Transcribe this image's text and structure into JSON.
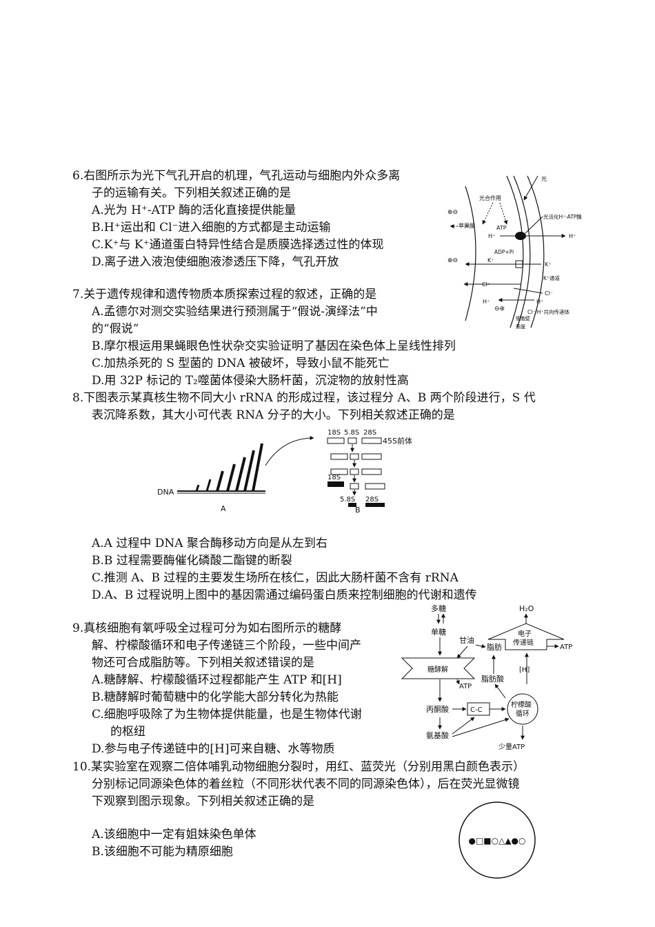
{
  "q6": {
    "stem1": "6.右图所示为光下气孔开启的机理，气孔运动与细胞内外众多离",
    "stem2": "子的运输有关。下列相关叙述正确的是",
    "A": "A.光为 H⁺-ATP 酶的活化直接提供能量",
    "B": "B.H⁺运出和 Cl⁻进入细胞的方式都是主动运输",
    "C": "C.K⁺与 K⁺通道蛋白特异性结合是质膜选择透过性的体现",
    "D": "D.离子进入液泡使细胞液渗透压下降，气孔开放",
    "fig": {
      "light": "光",
      "photosynthesis": "光合作用",
      "atp": "ATP",
      "malic": "苹果酸",
      "h1": "H⁺",
      "h2": "H⁺",
      "pump": "光活化H⁺-ATP酶",
      "adp": "ADP+Pi",
      "k1": "K⁺",
      "k2": "K⁺",
      "kchannel": "K⁺通道",
      "cl1": "Cl⁻",
      "cl2": "Cl⁻",
      "h3": "H⁺",
      "h4": "H⁺",
      "symporter": "Cl⁻/H⁺共向传递体",
      "wall": "细胞壁",
      "membrane": "质膜"
    }
  },
  "q7": {
    "stem": "7.关于遗传规律和遗传物质本质探索过程的叙述，正确的是",
    "A1": "A.孟德尔对测交实验结果进行预测属于“假说-演绎法”中",
    "A2": "的“假说”",
    "B": "B.摩尔根运用果蝇眼色性状杂交实验证明了基因在染色体上呈线性排列",
    "C": "C.加热杀死的 S 型菌的 DNA 被破坏，导致小鼠不能死亡",
    "D": "D.用 32P 标记的 T₂噬菌体侵染大肠杆菌，沉淀物的放射性高"
  },
  "q8": {
    "stem1": "8.下图表示某真核生物不同大小 rRNA 的形成过程，该过程分 A、B 两个阶段进行，S 代",
    "stem2": "表沉降系数，其大小可代表 RNA 分子的大小。下列相关叙述正确的是",
    "A": "A.A 过程中 DNA 聚合酶移动方向是从左到右",
    "B": "B.B 过程需要酶催化磷酸二酯键的断裂",
    "C": "C.推测 A、B 过程的主要发生场所在核仁，因此大肠杆菌不含有 rRNA",
    "D": "D.A、B 过程说明上图中的基因需通过编码蛋白质来控制细胞的代谢和遗传",
    "fig": {
      "dna": "DNA",
      "labelA": "A",
      "labelB": "B",
      "s18": "18S",
      "s58": "5.8S",
      "s28": "28S",
      "pre45": "45S前体",
      "s18b": "18S",
      "s58b": "5.8S",
      "s28b": "28S"
    }
  },
  "q9": {
    "stem1": "9.真核细胞有氧呼吸全过程可分为如右图所示的糖酵",
    "stem2": "解、柠檬酸循环和电子传递链三个阶段，一些中间产",
    "stem3": "物还可合成脂肪等。下列相关叙述错误的是",
    "A": "A.糖酵解、柠檬酸循环过程都能产生 ATP 和[H]",
    "B": "B.糖酵解时葡萄糖中的化学能大部分转化为热能",
    "C1": "C.细胞呼吸除了为生物体提供能量，也是生物体代谢",
    "C2": "的枢纽",
    "D": "D.参与电子传递链中的[H]可来自糖、水等物质",
    "fig": {
      "polysaccharide": "多糖",
      "monosaccharide": "单糖",
      "glycerol": "甘油",
      "fat": "脂肪",
      "h2o": "H₂O",
      "etc1": "电子",
      "etc2": "传递链",
      "atp1": "ATP",
      "glycolysis": "糖酵解",
      "atp2": "ATP",
      "fattyacid": "脂肪酸",
      "h": "[H]",
      "pyruvate": "丙酮酸",
      "cc": "C-C",
      "citric1": "柠檬酸",
      "citric2": "循环",
      "amino": "氨基酸",
      "littleatp": "少量ATP"
    }
  },
  "q10": {
    "stem1": "10.某实验室在观察二倍体哺乳动物细胞分裂时，用红、蓝荧光（分别用黑白颜色表示）",
    "stem2": "分别标记同源染色体的着丝粒（不同形状代表不同的同源染色体），后在荧光显微镜",
    "stem3": "下观察到图示现象。下列相关叙述正确的是",
    "A": "A.该细胞中一定有姐妹染色单体",
    "B": "B.该细胞不可能为精原细胞",
    "cellmarks": "●□■○△▲●○"
  }
}
